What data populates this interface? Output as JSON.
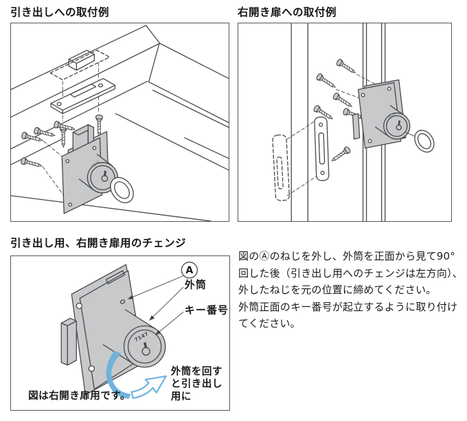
{
  "panels": {
    "drawer": {
      "title": "引き出しへの取付例"
    },
    "door": {
      "title": "右開き扉への取付例"
    },
    "change": {
      "title": "引き出し用、右開き扉用のチェンジ",
      "label_a": "A",
      "label_outer_cylinder": "外筒",
      "label_key_number": "キー番号",
      "key_number": "7147",
      "caption": "図は右開き扉用です。",
      "arrow_note_line1": "外筒を回す",
      "arrow_note_line2": "と引き出し",
      "arrow_note_line3": "用に"
    }
  },
  "instructions": {
    "paragraph1": "図のⒶのねじを外し、外筒を正面から見て90°回した後（引き出し用へのチェンジは左方向）、外したねじを元の位置に締めてください。",
    "paragraph2": "外筒正面のキー番号が起立するように取り付けてください。"
  },
  "colors": {
    "metal_gray": "#c7c9ca",
    "line": "#46484b",
    "accent_blue": "#6fb3dd",
    "panel_border": "#55565a"
  }
}
